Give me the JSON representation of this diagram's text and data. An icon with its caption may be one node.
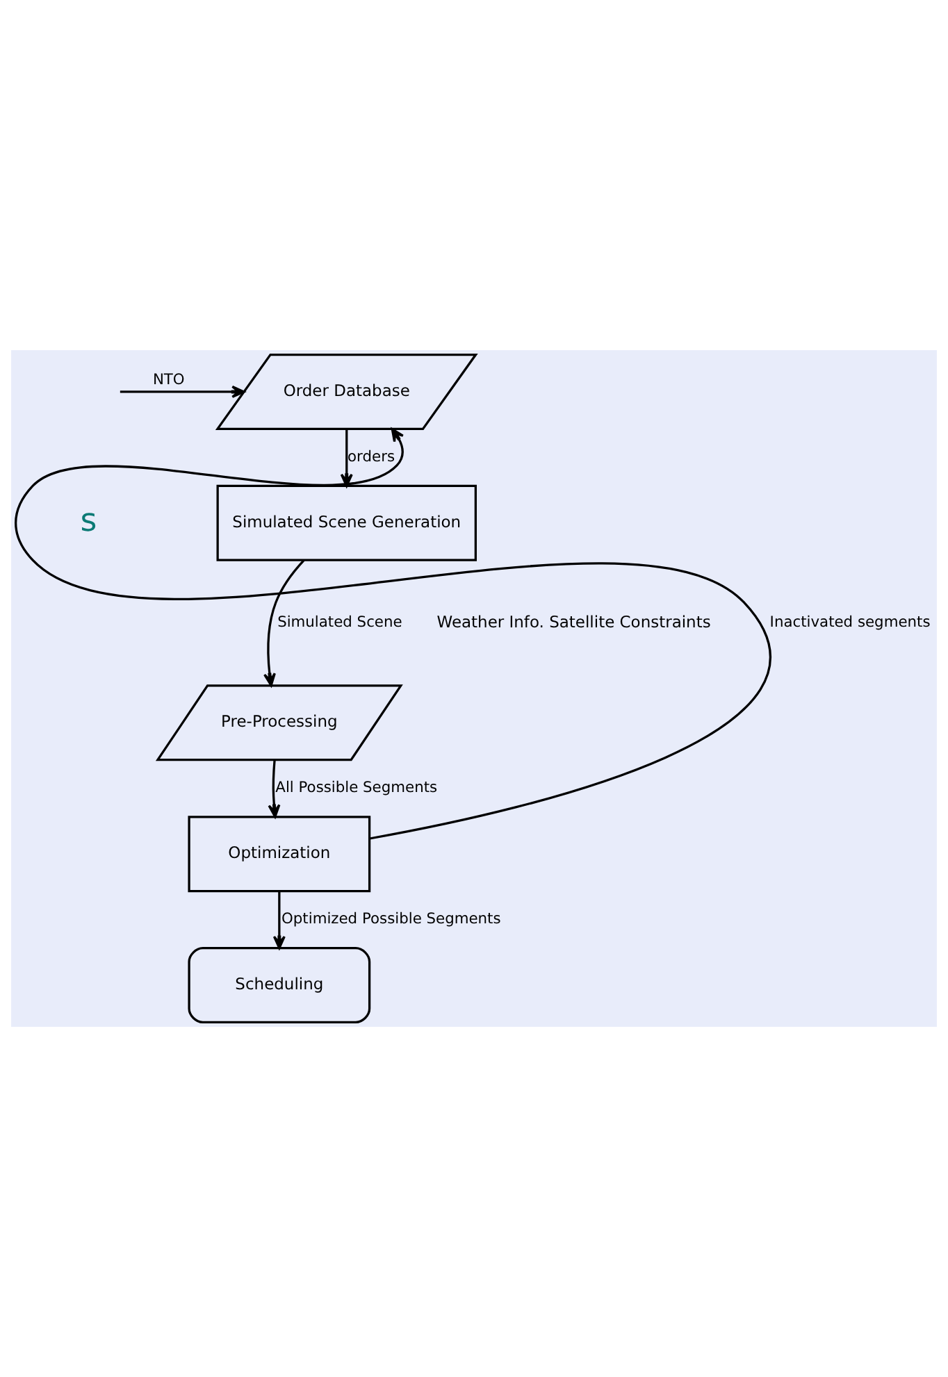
{
  "diagram": {
    "nodes": [
      {
        "text": [
          "Order Database"
        ]
      },
      {
        "text": [
          "Simulated Scene Generation"
        ]
      },
      {
        "text": [
          "Pre-Processing"
        ]
      },
      {
        "text": [
          "Optimization"
        ]
      },
      {
        "text": [
          "Scheduling"
        ]
      }
    ],
    "edges": [
      {
        "from": null,
        "to": 0,
        "arrow": "to",
        "label": "NTO"
      },
      {
        "from": 0,
        "to": 1,
        "arrow": "to",
        "label": "orders"
      },
      {
        "from": 1,
        "to": 2,
        "arrow": "to",
        "label": "Simulated Scene"
      },
      {
        "from": 2,
        "to": 3,
        "arrow": "to",
        "label": "All Possible Segments"
      },
      {
        "from": 3,
        "to": 0,
        "arrow": "to",
        "label": "Inactivated segments"
      },
      {
        "from": 3,
        "to": 4,
        "arrow": "to",
        "label": "Optimized Possible Segments"
      }
    ],
    "labels": [
      "s",
      "Weather Info. Satellite Constraints"
    ]
  }
}
